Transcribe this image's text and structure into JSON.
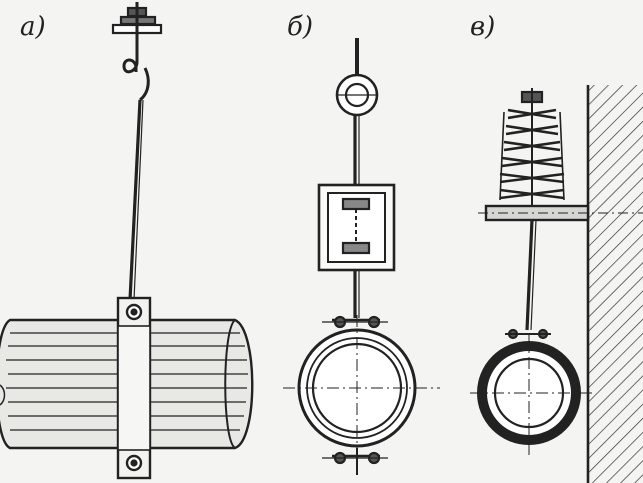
{
  "labels": {
    "a": "а)",
    "b": "б)",
    "v": "в)"
  },
  "colors": {
    "line": "#222222",
    "paper": "#f4f4f2",
    "shade": "#bdbdbd"
  }
}
